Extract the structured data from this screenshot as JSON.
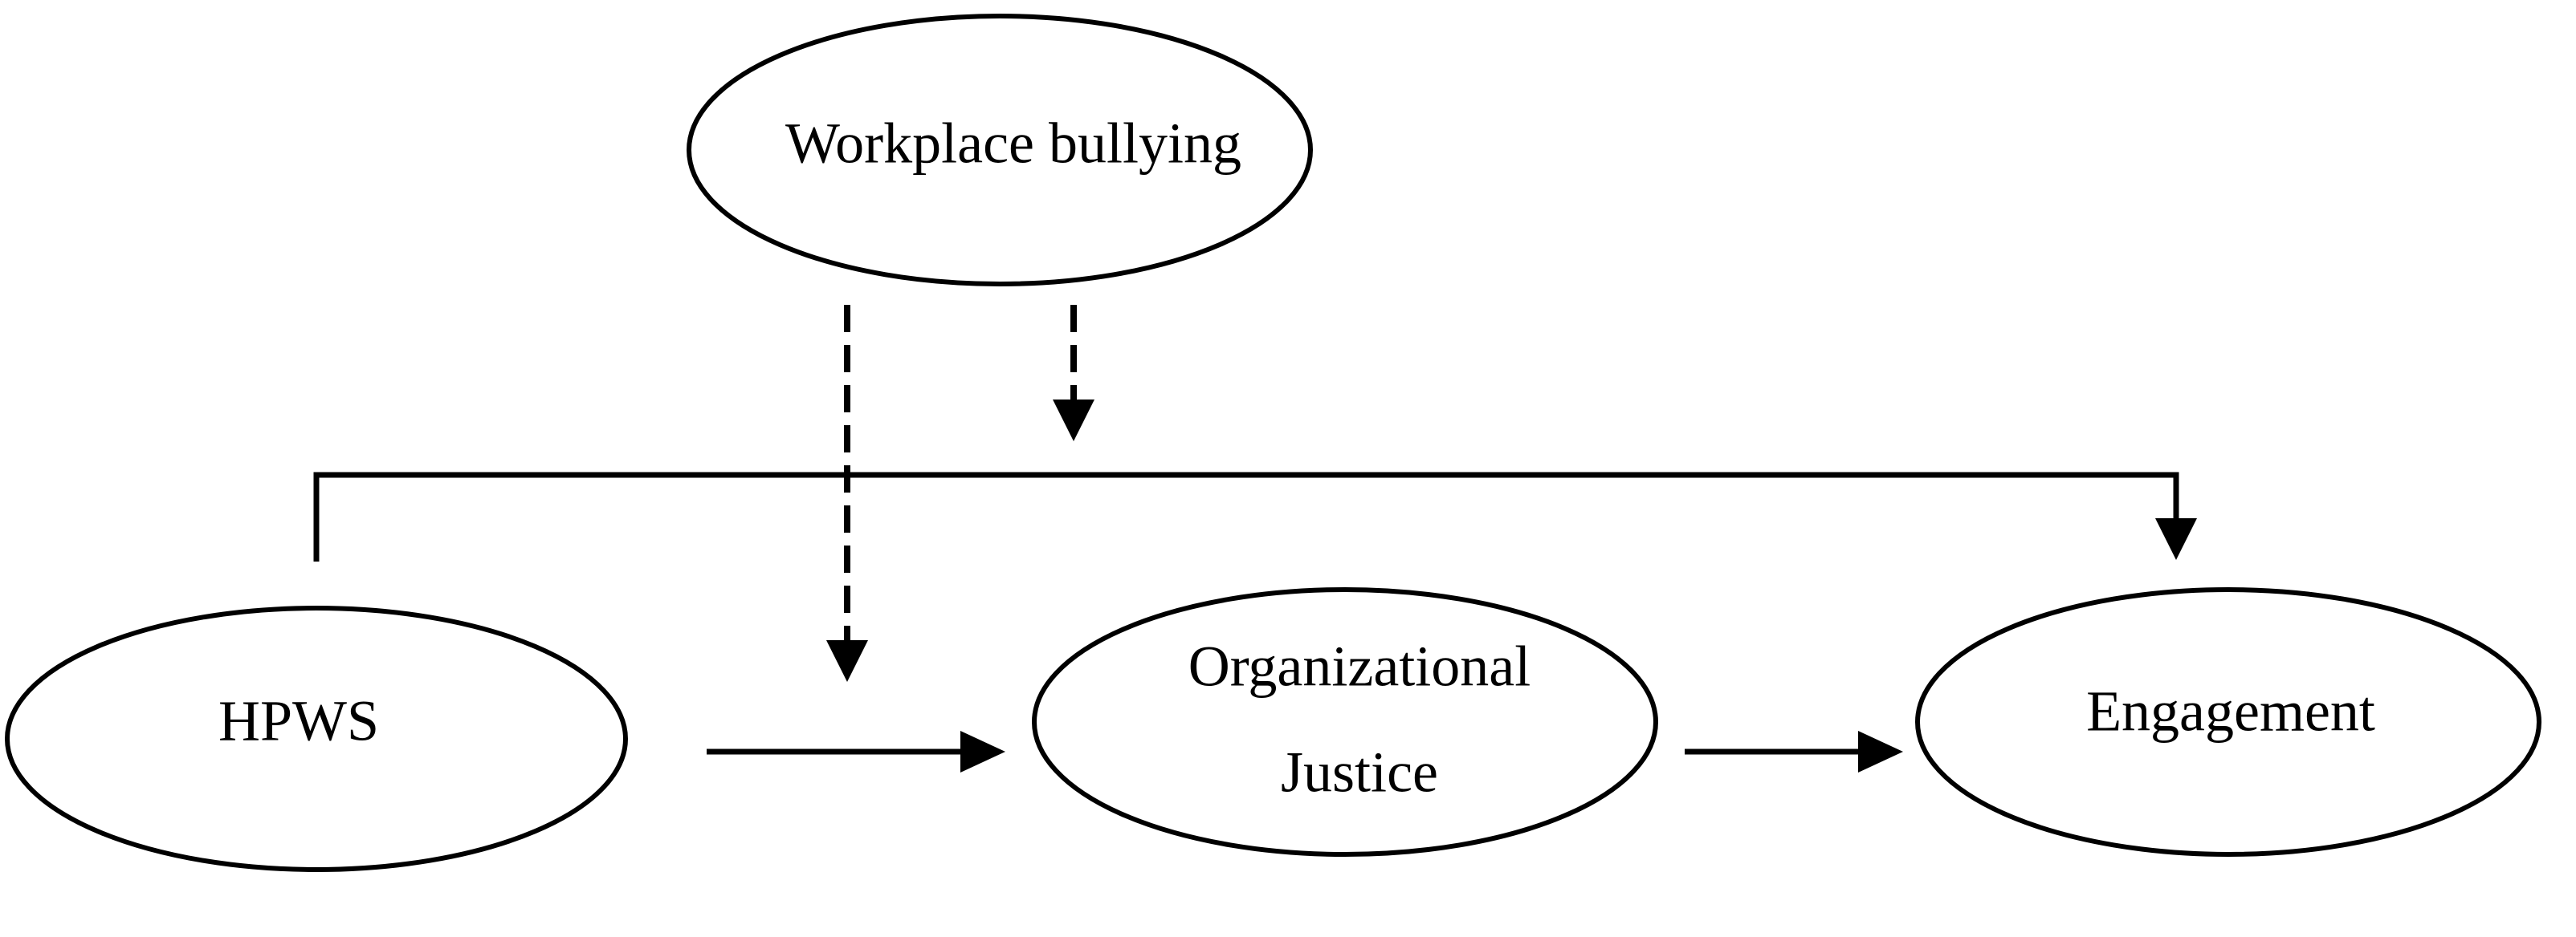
{
  "nodes": {
    "bullying": {
      "label": "Workplace bullying"
    },
    "hpws": {
      "label": "HPWS"
    },
    "justice": {
      "label_line1": "Organizational",
      "label_line2": "Justice"
    },
    "engagement": {
      "label": "Engagement"
    }
  },
  "edges": [
    {
      "from": "hpws",
      "to": "justice",
      "style": "solid"
    },
    {
      "from": "justice",
      "to": "engagement",
      "style": "solid"
    },
    {
      "from": "hpws",
      "to": "engagement",
      "style": "solid"
    },
    {
      "from": "bullying",
      "to": "hpws-justice",
      "style": "dashed"
    },
    {
      "from": "bullying",
      "to": "hpws-engagement",
      "style": "dashed"
    }
  ],
  "colors": {
    "stroke": "#000000",
    "background": "#ffffff"
  }
}
